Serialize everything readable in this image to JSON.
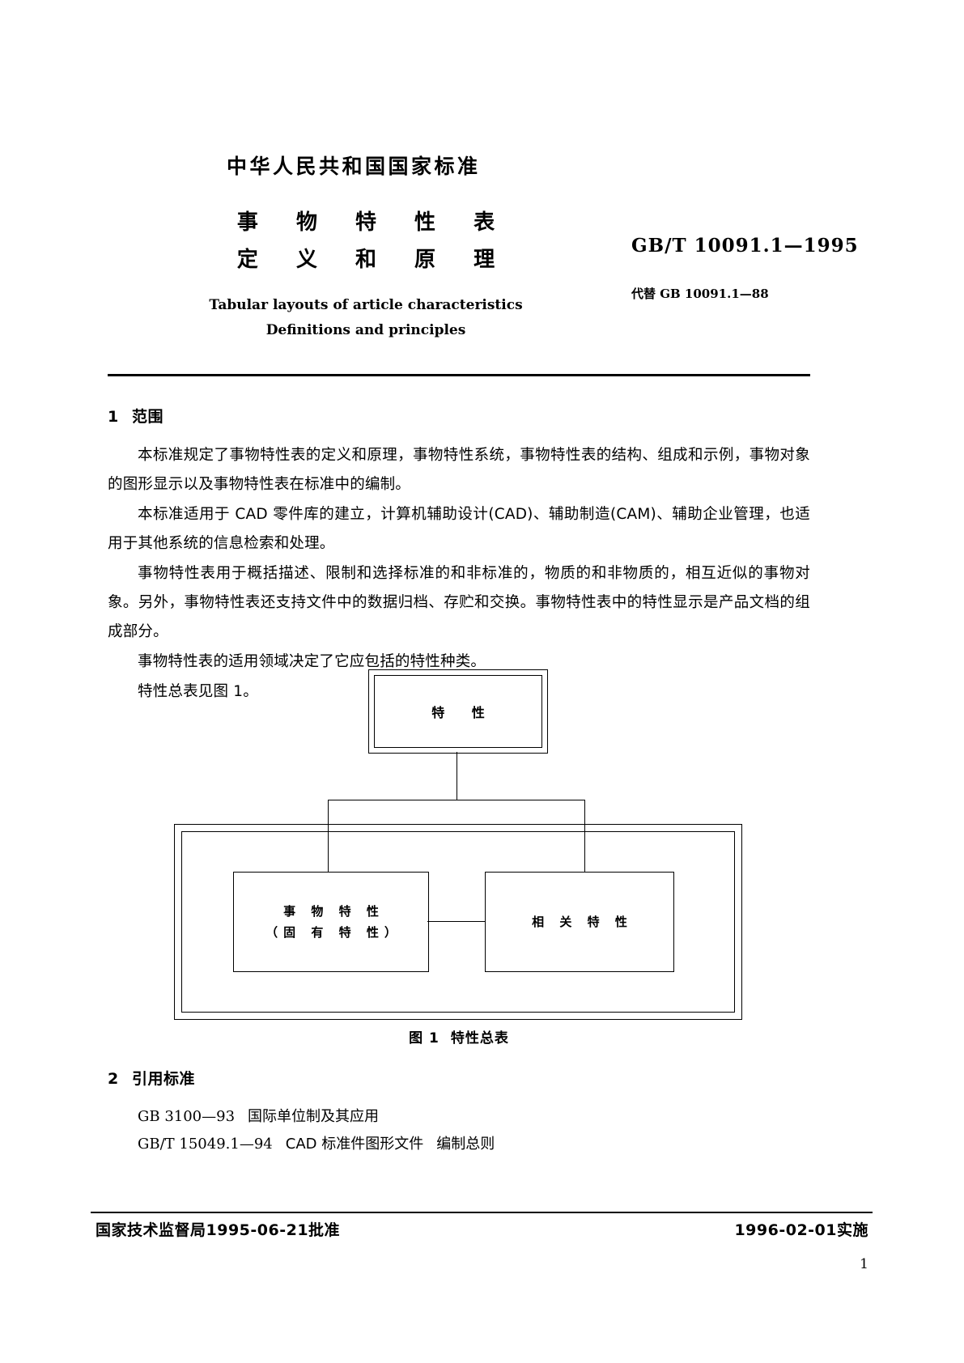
{
  "cover": {
    "national_title": "中华人民共和国国家标准",
    "title_lines": [
      "事 物 特 性 表",
      "定 义 和 原 理"
    ],
    "english_title_lines": [
      "Tabular layouts of article characteristics",
      "Definitions and principles"
    ],
    "standard_number": "GB/T 10091.1—1995",
    "replaces": "代替 GB 10091.1—88"
  },
  "section1": {
    "number": "1",
    "heading": "范围",
    "paragraphs": [
      "本标准规定了事物特性表的定义和原理，事物特性系统，事物特性表的结构、组成和示例，事物对象的图形显示以及事物特性表在标准中的编制。",
      "本标准适用于 CAD 零件库的建立，计算机辅助设计(CAD)、辅助制造(CAM)、辅助企业管理，也适用于其他系统的信息检索和处理。",
      "事物特性表用于概括描述、限制和选择标准的和非标准的，物质的和非物质的，相互近似的事物对象。另外，事物特性表还支持文件中的数据归档、存贮和交换。事物特性表中的特性显示是产品文档的组成部分。",
      "事物特性表的适用领域决定了它应包括的特性种类。",
      "特性总表见图 1。"
    ]
  },
  "figure1": {
    "top_box_label": "特 性",
    "left_box_line1": "事 物 特 性",
    "left_box_line2": "（固 有 特 性）",
    "right_box_label": "相 关 特 性",
    "caption_number": "图 1",
    "caption_text": "特性总表"
  },
  "section2": {
    "number": "2",
    "heading": "引用标准",
    "references": [
      {
        "code": "GB 3100—93",
        "title": "国际单位制及其应用"
      },
      {
        "code": "GB/T 15049.1—94",
        "title": "CAD 标准件图形文件",
        "extra": "编制总则"
      }
    ]
  },
  "footer": {
    "approval": "国家技术监督局1995-06-21批准",
    "implementation": "1996-02-01实施",
    "page_number": "1"
  }
}
